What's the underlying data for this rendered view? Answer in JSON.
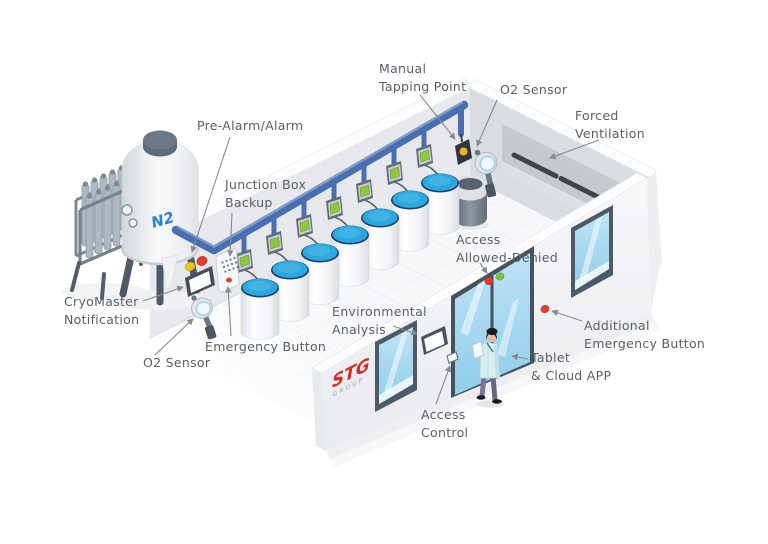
{
  "diagram": {
    "type": "isometric-cryogenic-facility-diagram",
    "labels": {
      "manual_tapping_point": {
        "lines": [
          "Manual",
          "Tapping Point"
        ]
      },
      "o2_sensor_top": {
        "lines": [
          "O2 Sensor"
        ]
      },
      "forced_ventilation": {
        "lines": [
          "Forced",
          "Ventilation"
        ]
      },
      "pre_alarm": {
        "lines": [
          "Pre-Alarm/Alarm"
        ]
      },
      "junction_box_backup": {
        "lines": [
          "Junction Box",
          "Backup"
        ]
      },
      "cryomaster_notification": {
        "lines": [
          "CryoMaster",
          "Notification"
        ]
      },
      "o2_sensor_bottom": {
        "lines": [
          "O2 Sensor"
        ]
      },
      "emergency_button": {
        "lines": [
          "Emergency Button"
        ]
      },
      "environmental_analysis": {
        "lines": [
          "Environmental",
          "Analysis"
        ]
      },
      "access_allowed_denied": {
        "lines": [
          "Access",
          "Allowed-Denied"
        ]
      },
      "additional_emergency_button": {
        "lines": [
          "Additional",
          "Emergency Button"
        ]
      },
      "tablet_cloud_app": {
        "lines": [
          "Tablet",
          "& Cloud APP"
        ]
      },
      "access_control": {
        "lines": [
          "Access",
          "Control"
        ]
      }
    },
    "tank_label": "N2",
    "logo": {
      "text": "STG",
      "subtext": "GROUP"
    },
    "equipment_counts": {
      "cryo_vessels": 7
    },
    "colors": {
      "brand_red": "#d8281f",
      "pipe_blue": "#4a6fb0",
      "vessel_lid_blue": "#2aa9e1",
      "alarm_red": "#e23b30",
      "alarm_yellow": "#f3c218",
      "access_green": "#7dc242",
      "label_text": "#595f66"
    }
  }
}
